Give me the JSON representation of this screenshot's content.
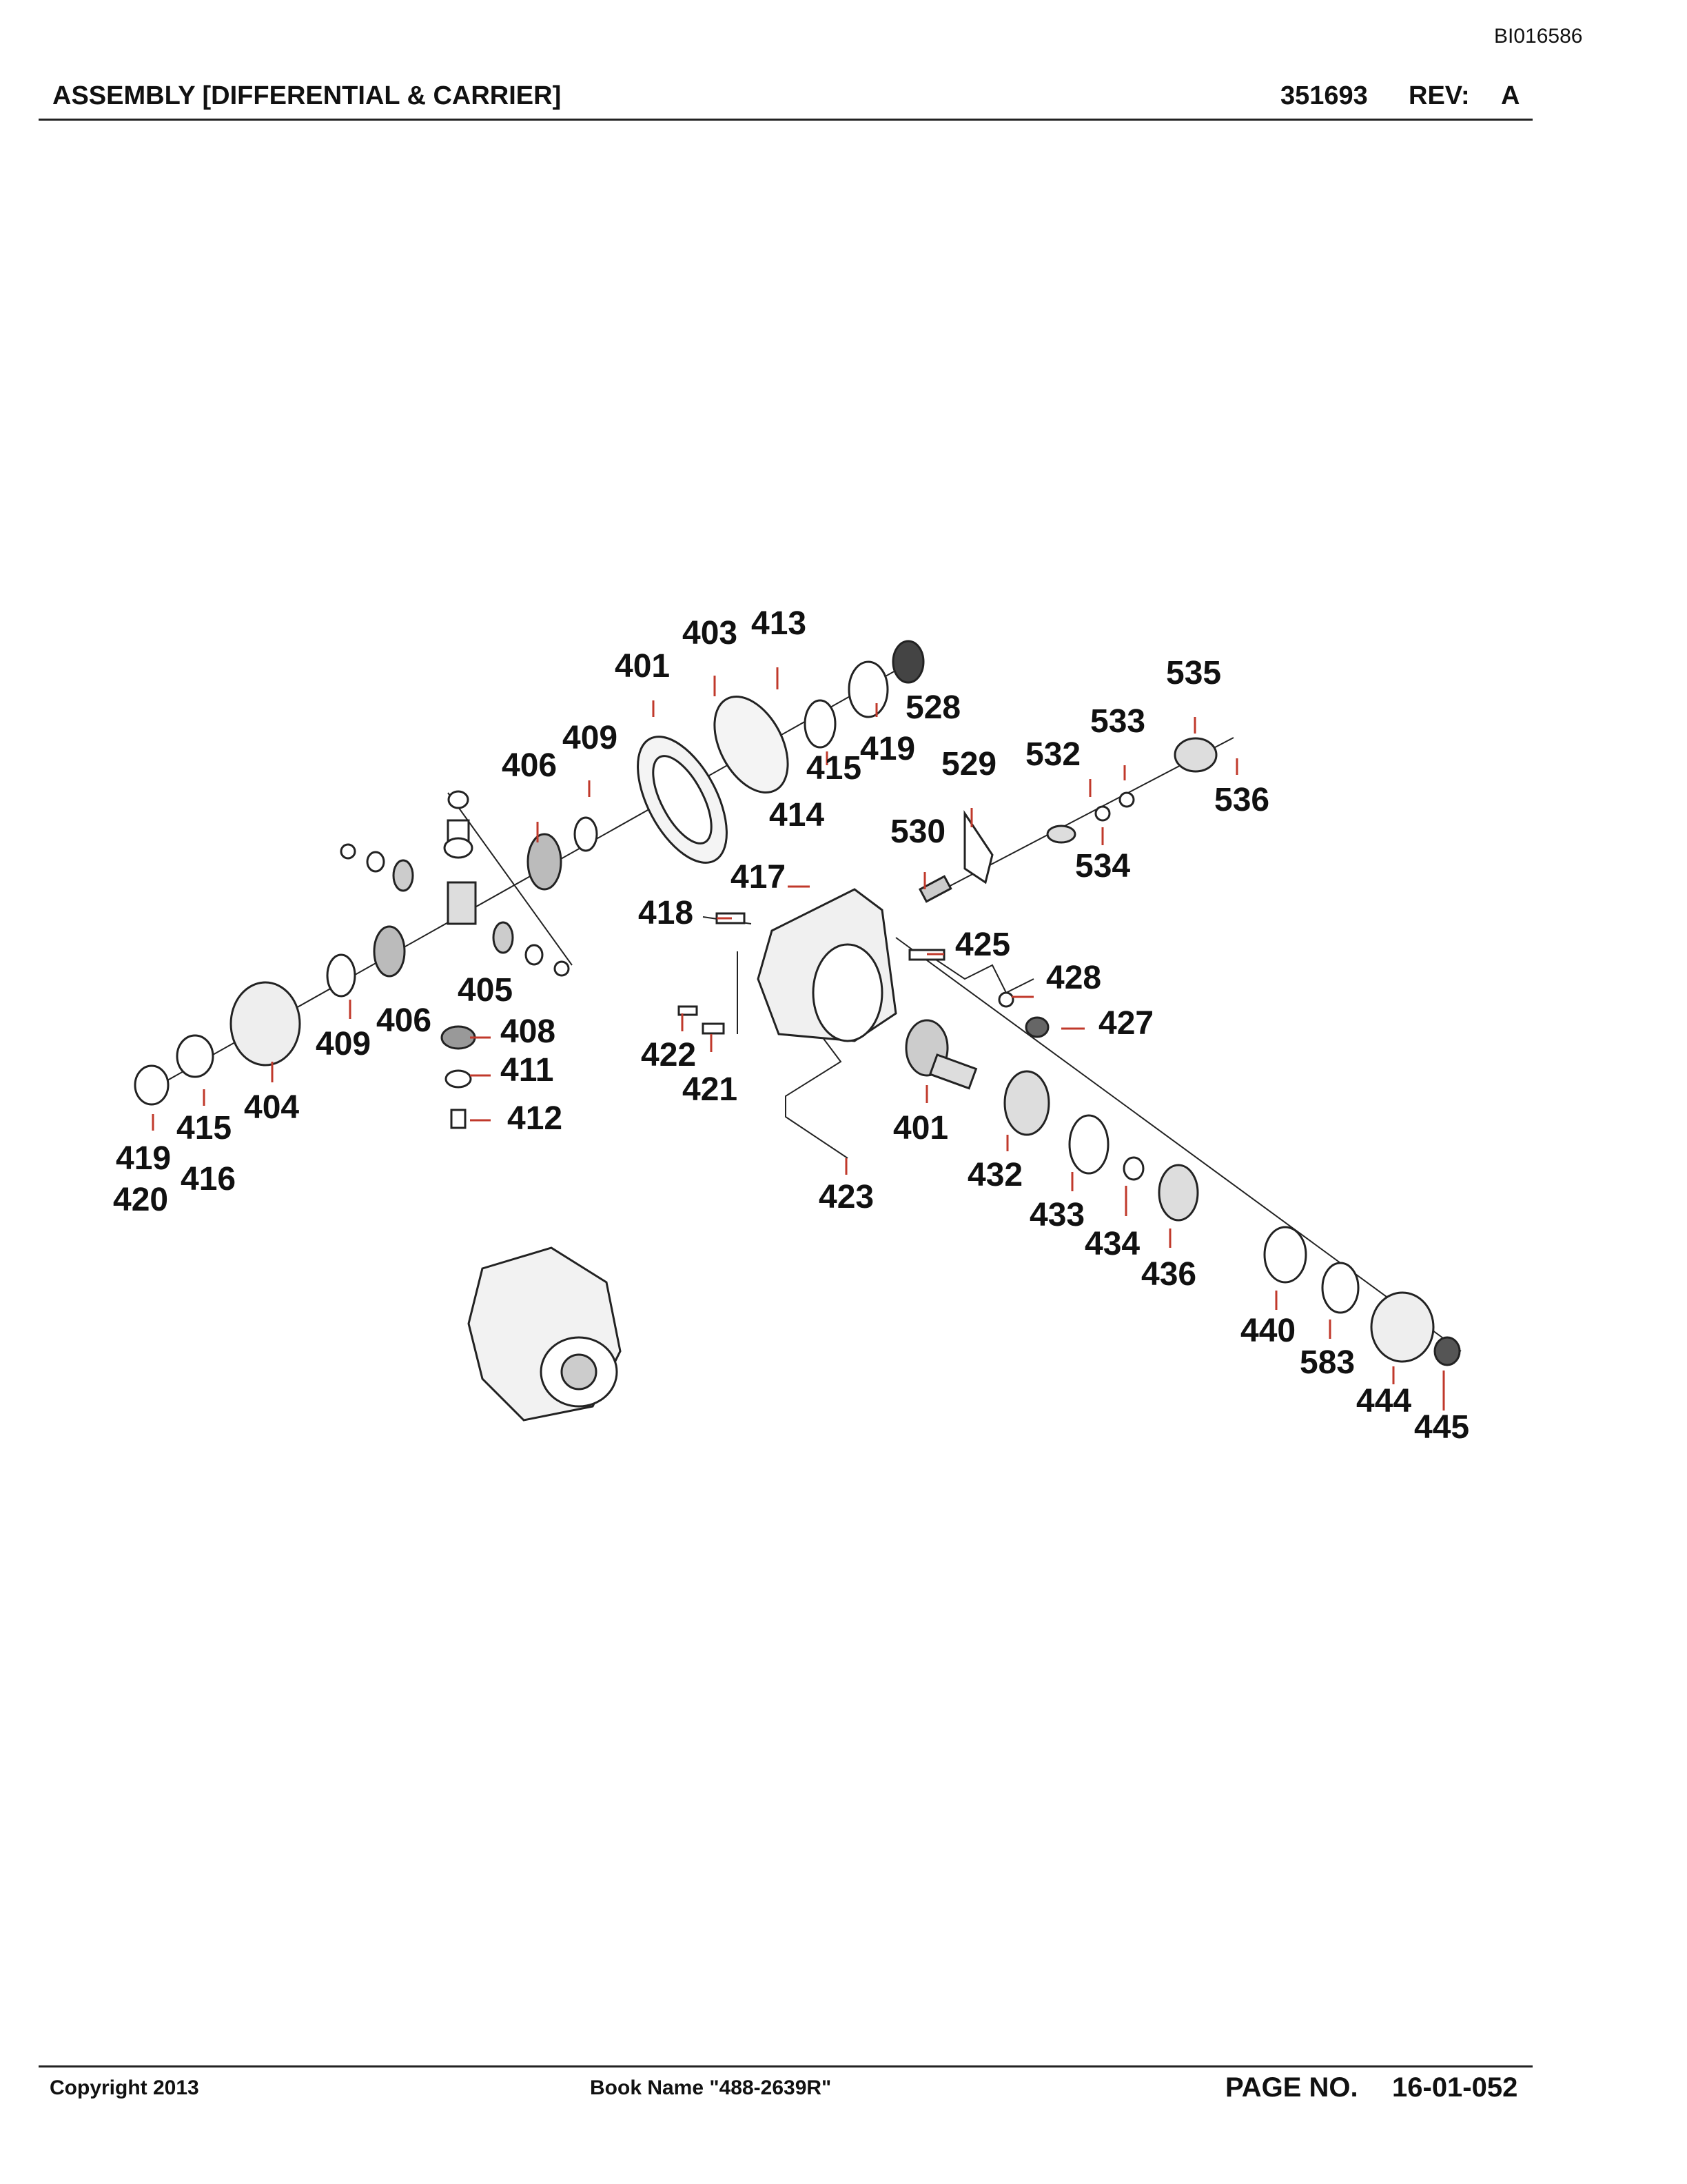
{
  "header": {
    "doc_id": "BI016586",
    "title": "ASSEMBLY [DIFFERENTIAL & CARRIER]",
    "part_number": "351693",
    "rev_label": "REV:",
    "rev_value": "A"
  },
  "callouts": {
    "c401a": "401",
    "c403": "403",
    "c413": "413",
    "c528": "528",
    "c409a": "409",
    "c406a": "406",
    "c415a": "415",
    "c419a": "419",
    "c414": "414",
    "c529": "529",
    "c532": "532",
    "c533": "533",
    "c535": "535",
    "c536": "536",
    "c530": "530",
    "c534": "534",
    "c417": "417",
    "c418": "418",
    "c425": "425",
    "c428": "428",
    "c427": "427",
    "c405": "405",
    "c406b": "406",
    "c409b": "409",
    "c408": "408",
    "c411": "411",
    "c412": "412",
    "c422": "422",
    "c421": "421",
    "c404": "404",
    "c415b": "415",
    "c419b": "419",
    "c420": "420",
    "c416": "416",
    "c401b": "401",
    "c423": "423",
    "c432": "432",
    "c433": "433",
    "c434": "434",
    "c436": "436",
    "c440": "440",
    "c583": "583",
    "c444": "444",
    "c445": "445"
  },
  "footer": {
    "copyright": "Copyright 2013",
    "book_name": "Book Name \"488-2639R\"",
    "page_label": "PAGE NO.",
    "page_number": "16-01-052"
  }
}
